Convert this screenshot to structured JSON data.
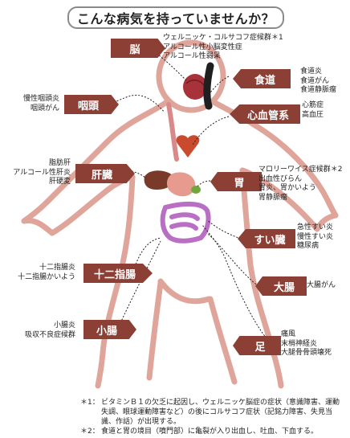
{
  "title": "こんな病気を持っていませんか？",
  "organs": {
    "brain": {
      "label": "脳",
      "diseases": [
        "ウェルニッケ・コルサコフ症候群＊1",
        "アルコール性小脳変性症",
        "アルコール性弱呆"
      ]
    },
    "esophagus": {
      "label": "食道",
      "diseases": [
        "食道炎",
        "食道がん",
        "食道静脈瘤"
      ]
    },
    "pharynx": {
      "label": "咽頭",
      "diseases": [
        "慢性咽頭炎",
        "咽頭がん"
      ]
    },
    "cardio": {
      "label": "心血管系",
      "diseases": [
        "心筋症",
        "高血圧"
      ]
    },
    "liver": {
      "label": "肝臓",
      "diseases": [
        "脂肪肝",
        "アルコール性肝炎",
        "肝硬変"
      ]
    },
    "stomach": {
      "label": "胃",
      "diseases": [
        "マロリーワイス症候群＊2",
        "出血性びらん",
        "胃炎、胃かいよう",
        "胃静脈瘤"
      ]
    },
    "pancreas": {
      "label": "すい臓",
      "diseases": [
        "急性すい炎",
        "慢性すい炎",
        "糖尿病"
      ]
    },
    "duodenum": {
      "label": "十二指腸",
      "diseases": [
        "十二指腸炎",
        "十二指腸かいよう"
      ]
    },
    "colon": {
      "label": "大腸",
      "diseases": [
        "大腸がん"
      ]
    },
    "small_intestine": {
      "label": "小腸",
      "diseases": [
        "小腸炎",
        "吸収不良症候群"
      ]
    },
    "foot": {
      "label": "足",
      "diseases": [
        "痛風",
        "末梢神経炎",
        "大腿骨骨頭壊死"
      ]
    }
  },
  "footnotes": [
    {
      "mark": "＊1：",
      "text": "ビタミンＢ１の欠乏に起因し、ウェルニッケ脳症の症状（意識障害、運動失調、眼球運動障害など）の後にコルサコフ症状（記銘力障害、失見当識、作話）が出現する。"
    },
    {
      "mark": "＊2：",
      "text": "食道と胃の境目（噴門部）に亀裂が入り出血し、吐血、下血する。"
    }
  ],
  "colors": {
    "label_bg": "#8c3f34",
    "body_outline": "#e0a59a",
    "connector": "#222222",
    "title_border": "#8a8a8a"
  },
  "icons": [
    "brain-icon",
    "esophagus-icon",
    "heart-icon",
    "liver-icon",
    "stomach-icon",
    "intestine-icon"
  ]
}
